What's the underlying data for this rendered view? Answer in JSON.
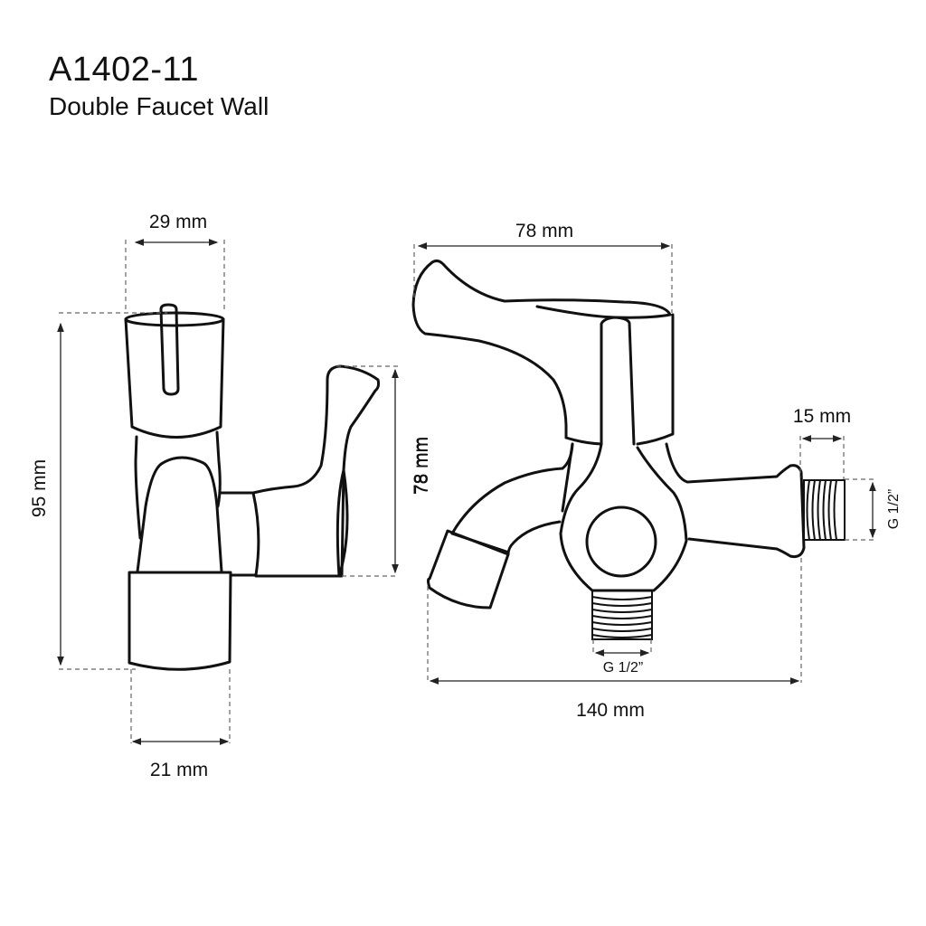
{
  "header": {
    "model": "A1402-11",
    "description": "Double Faucet Wall"
  },
  "side_view": {
    "width_top": "29 mm",
    "height": "95 mm",
    "width_bottom": "21 mm",
    "handle_height": "78 mm"
  },
  "front_view": {
    "handle_width": "78 mm",
    "height": "78 mm",
    "total_width": "140 mm",
    "thread_length": "15 mm",
    "side_thread": "G 1/2”",
    "bottom_thread": "G 1/2”"
  }
}
